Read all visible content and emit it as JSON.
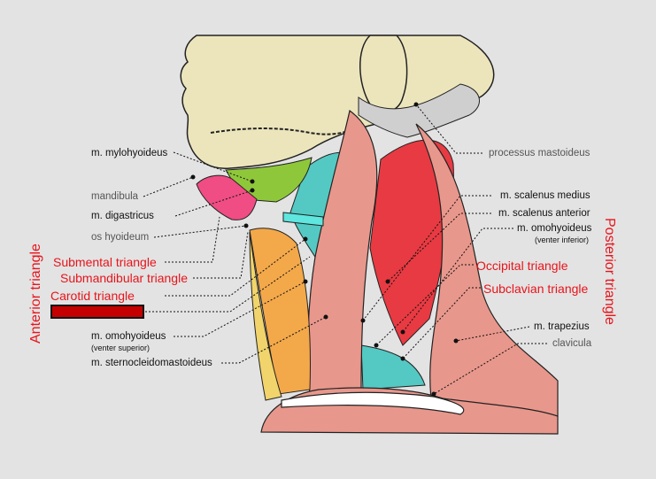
{
  "labels": {
    "mylohyoideus": "m. mylohyoideus",
    "mandibula": "mandibula",
    "digastricus": "m. digastricus",
    "hyoideum": "os hyoideum",
    "omohyoideus_sup": "m. omohyoideus",
    "omohyoideus_sup_sub": "(venter superior)",
    "sternocleido": "m. sternocleidomastoideus",
    "mastoideus": "processus mastoideus",
    "scalenus_medius": "m. scalenus medius",
    "scalenus_anterior": "m. scalenus anterior",
    "omohyoideus_inf": "m. omohyoideus",
    "omohyoideus_inf_sub": "(venter inferior)",
    "trapezius": "m. trapezius",
    "clavicula": "clavicula"
  },
  "triangles": {
    "submental": "Submental triangle",
    "submandibular": "Submandibular triangle",
    "carotid": "Carotid triangle",
    "occipital": "Occipital triangle",
    "subclavian": "Subclavian triangle",
    "anterior": "Anterior triangle",
    "posterior": "Posterior triangle"
  },
  "colors": {
    "background": "#e3e3e3",
    "bone": "#ece5bc",
    "muscle": "#e8978c",
    "muscle_dark": "#d8756b",
    "scalene_red": "#e83a42",
    "teal": "#54c9c3",
    "cyan": "#5ee6df",
    "green": "#8ec83a",
    "pink": "#ef4d84",
    "orange": "#f3a84a",
    "yellow": "#f1d46b",
    "label_red": "#e8141b",
    "hidden_box": "#c50000"
  }
}
